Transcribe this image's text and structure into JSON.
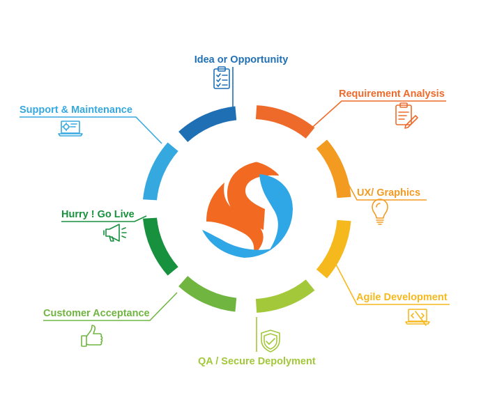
{
  "stages": [
    {
      "id": "idea",
      "label": "Idea or Opportunity",
      "color": "#1f6fb5",
      "icon": "clipboard-checklist-icon"
    },
    {
      "id": "requirement",
      "label": "Requirement Analysis",
      "color": "#ee6a2a",
      "icon": "clipboard-pencil-icon"
    },
    {
      "id": "ux",
      "label": "UX/ Graphics",
      "color": "#f39a21",
      "icon": "light-bulb-icon"
    },
    {
      "id": "agile",
      "label": "Agile Development",
      "color": "#f6b91d",
      "icon": "laptop-code-icon"
    },
    {
      "id": "qa",
      "label": "QA / Secure Depolyment",
      "color": "#a3c83a",
      "icon": "shield-check-icon"
    },
    {
      "id": "customer",
      "label": "Customer Acceptance",
      "color": "#6fb540",
      "icon": "thumbs-up-icon"
    },
    {
      "id": "live",
      "label": "Hurry ! Go Live",
      "color": "#17913e",
      "icon": "megaphone-icon"
    },
    {
      "id": "support",
      "label": "Support & Maintenance",
      "color": "#35a8e0",
      "icon": "laptop-gear-icon"
    }
  ],
  "logo": {
    "icon": "s-logo-icon",
    "colors": {
      "orange": "#f26a22",
      "blue": "#2fa6e6"
    }
  }
}
